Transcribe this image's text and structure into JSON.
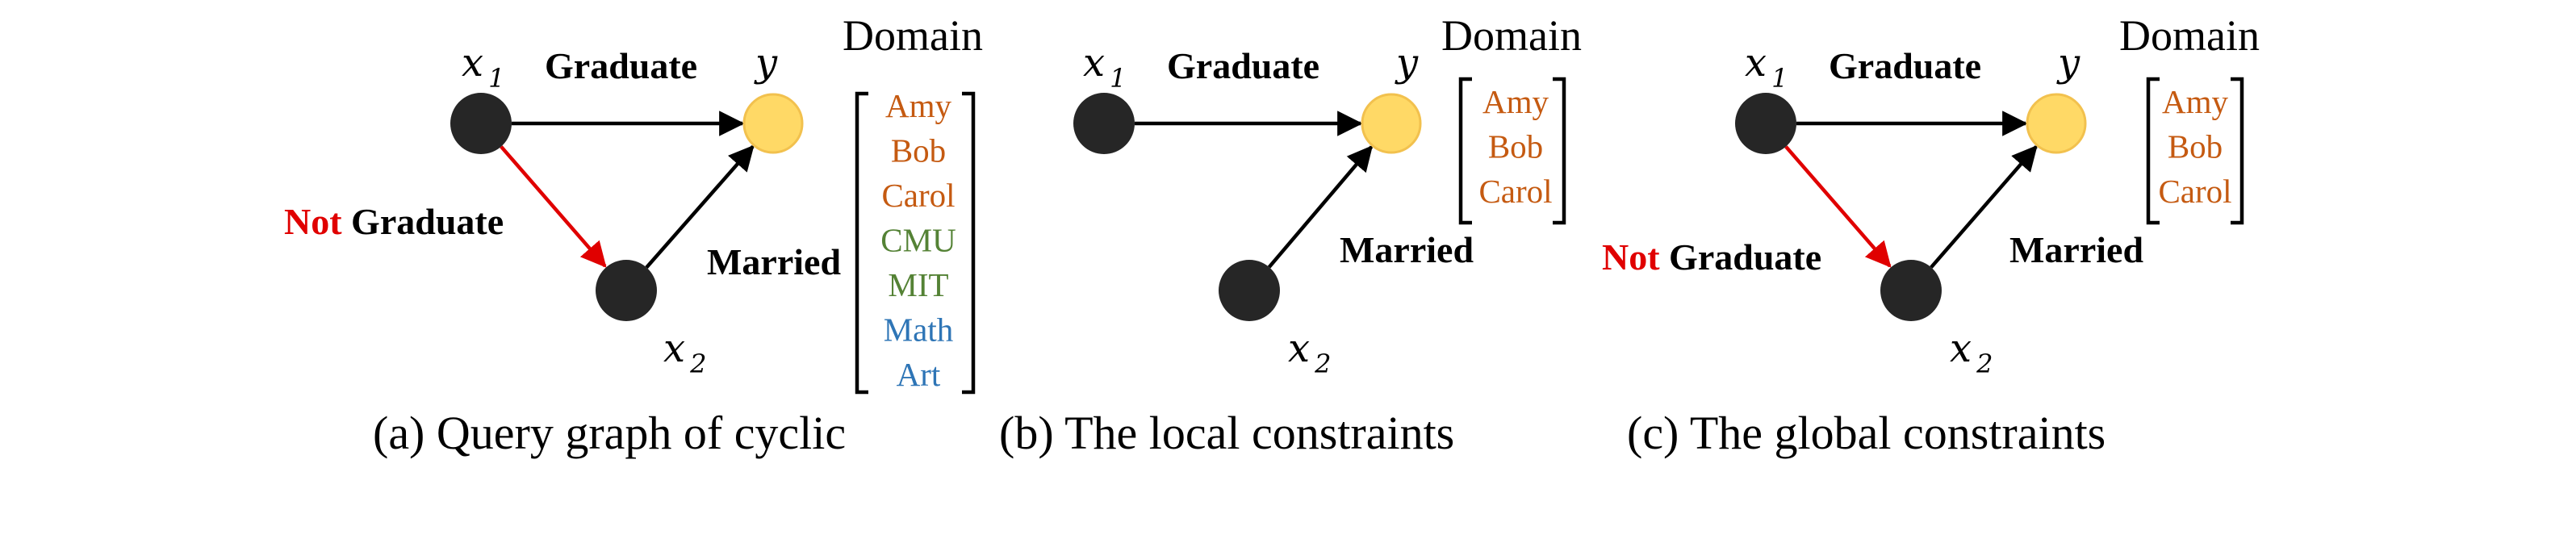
{
  "colors": {
    "node_dark": "#262626",
    "node_target": "#FFD966",
    "node_target_stroke": "#F2C14E",
    "edge_black": "#000000",
    "edge_red": "#E00000",
    "not_red": "#E00000",
    "person": "#C55A11",
    "university": "#548235",
    "major": "#2E75B6"
  },
  "var_names": {
    "x1_base": "x",
    "x1_sub": "1",
    "x2_base": "x",
    "x2_sub": "2",
    "y": "y"
  },
  "labels": {
    "graduate": "Graduate",
    "not": "Not",
    "not_rest": " Graduate",
    "married": "Married",
    "domain": "Domain"
  },
  "panels": [
    {
      "id": "a",
      "caption": "(a)  Query graph of cyclic",
      "has_not_edge": true,
      "domain": [
        {
          "text": "Amy",
          "kind": "person"
        },
        {
          "text": "Bob",
          "kind": "person"
        },
        {
          "text": "Carol",
          "kind": "person"
        },
        {
          "text": "CMU",
          "kind": "university"
        },
        {
          "text": "MIT",
          "kind": "university"
        },
        {
          "text": "Math",
          "kind": "major"
        },
        {
          "text": "Art",
          "kind": "major"
        }
      ]
    },
    {
      "id": "b",
      "caption": "(b)  The local constraints",
      "has_not_edge": false,
      "domain": [
        {
          "text": "Amy",
          "kind": "person"
        },
        {
          "text": "Bob",
          "kind": "person"
        },
        {
          "text": "Carol",
          "kind": "person"
        }
      ]
    },
    {
      "id": "c",
      "caption": "(c)  The global constraints",
      "has_not_edge": true,
      "domain": [
        {
          "text": "Amy",
          "kind": "person"
        },
        {
          "text": "Bob",
          "kind": "person"
        },
        {
          "text": "Carol",
          "kind": "person"
        }
      ]
    }
  ]
}
